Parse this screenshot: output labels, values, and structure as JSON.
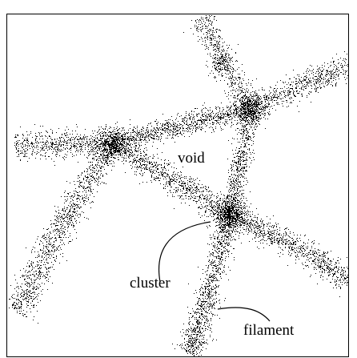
{
  "labels": {
    "void": "void",
    "cluster": "cluster",
    "filament": "filament"
  },
  "colors": {
    "background": "#ffffff",
    "ink": "#000000",
    "frame": "#000000"
  }
}
